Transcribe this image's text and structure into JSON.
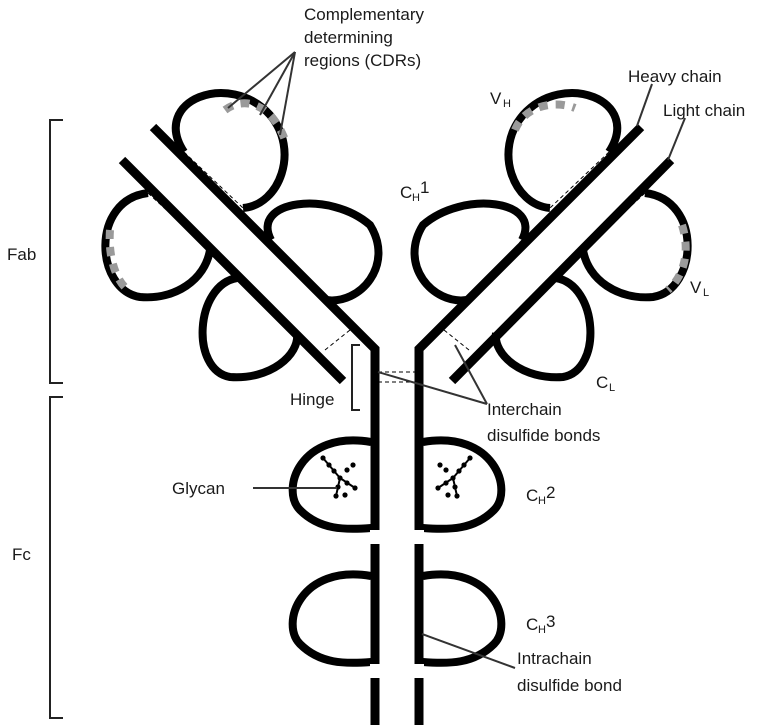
{
  "labels": {
    "cdr": [
      "Complementary",
      "determining",
      "regions (CDRs)"
    ],
    "heavy_chain": "Heavy chain",
    "light_chain": "Light chain",
    "vh": {
      "main": "V",
      "sub": "H"
    },
    "vl": {
      "main": "V",
      "sub": "L"
    },
    "ch1": {
      "main": "C",
      "sub": "H",
      "suffix": "1"
    },
    "cl": {
      "main": "C",
      "sub": "L"
    },
    "ch2": {
      "main": "C",
      "sub": "H",
      "suffix": "2"
    },
    "ch3": {
      "main": "C",
      "sub": "H",
      "suffix": "3"
    },
    "fab": "Fab",
    "fc": "Fc",
    "hinge": "Hinge",
    "interchain": [
      "Interchain",
      "disulfide bonds"
    ],
    "glycan": "Glycan",
    "intrachain": [
      "Intrachain",
      "disulfide bond"
    ]
  },
  "colors": {
    "chain": "#000000",
    "cdr": "#9a9a9a",
    "leader": "#333333",
    "text": "#1a1a1a"
  }
}
